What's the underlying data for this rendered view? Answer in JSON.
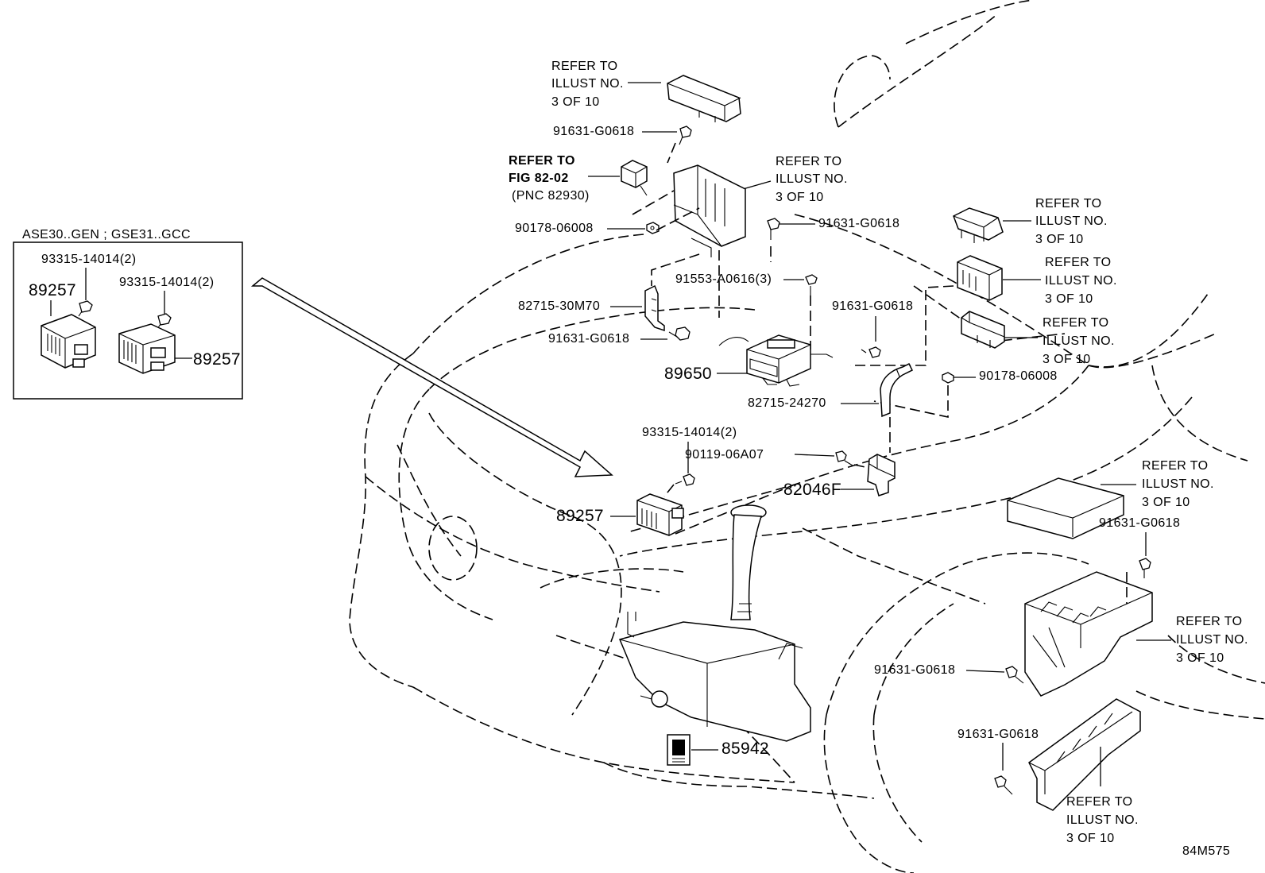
{
  "inset": {
    "title": "ASE30..GEN ; GSE31..GCC",
    "bolt_a": "93315-14014(2)",
    "bolt_b": "93315-14014(2)",
    "ecu_a": "89257",
    "ecu_b": "89257"
  },
  "labels": {
    "refer_top": [
      "REFER TO",
      "ILLUST NO.",
      "3 OF 10"
    ],
    "bolt_top": "91631-G0618",
    "refer_fig": [
      "REFER TO",
      "FIG 82-02",
      "(PNC 82930)"
    ],
    "refer_bracket": [
      "REFER TO",
      "ILLUST NO.",
      "3 OF 10"
    ],
    "nut_left": "90178-06008",
    "bolt_mid": "91631-G0618",
    "refer_box1": [
      "REFER TO",
      "ILLUST NO.",
      "3 OF 10"
    ],
    "refer_box2": [
      "REFER TO",
      "ILLUST NO.",
      "3 OF 10"
    ],
    "refer_box3": [
      "REFER TO",
      "ILLUST NO.",
      "3 OF 10"
    ],
    "screw_3": "91553-A0616(3)",
    "bracket_left": "82715-30M70",
    "bolt_lower_left": "91631-G0618",
    "module": "89650",
    "bolt_right_small": "91631-G0618",
    "nut_right": "90178-06008",
    "bracket_right": "82715-24270",
    "bolt_93315": "93315-14014(2)",
    "bolt_90119": "90119-06A07",
    "block_82046f": "82046F",
    "ecu_main": "89257",
    "refer_relay_cover": [
      "REFER TO",
      "ILLUST NO.",
      "3 OF 10"
    ],
    "bolt_relay": "91631-G0618",
    "refer_relay_box": [
      "REFER TO",
      "ILLUST NO.",
      "3 OF 10"
    ],
    "bolt_box_left": "91631-G0618",
    "bolt_box_lower": "91631-G0618",
    "refer_lower": [
      "REFER TO",
      "ILLUST NO.",
      "3 OF 10"
    ],
    "label_85942": "85942",
    "illustration_code": "84M575"
  }
}
